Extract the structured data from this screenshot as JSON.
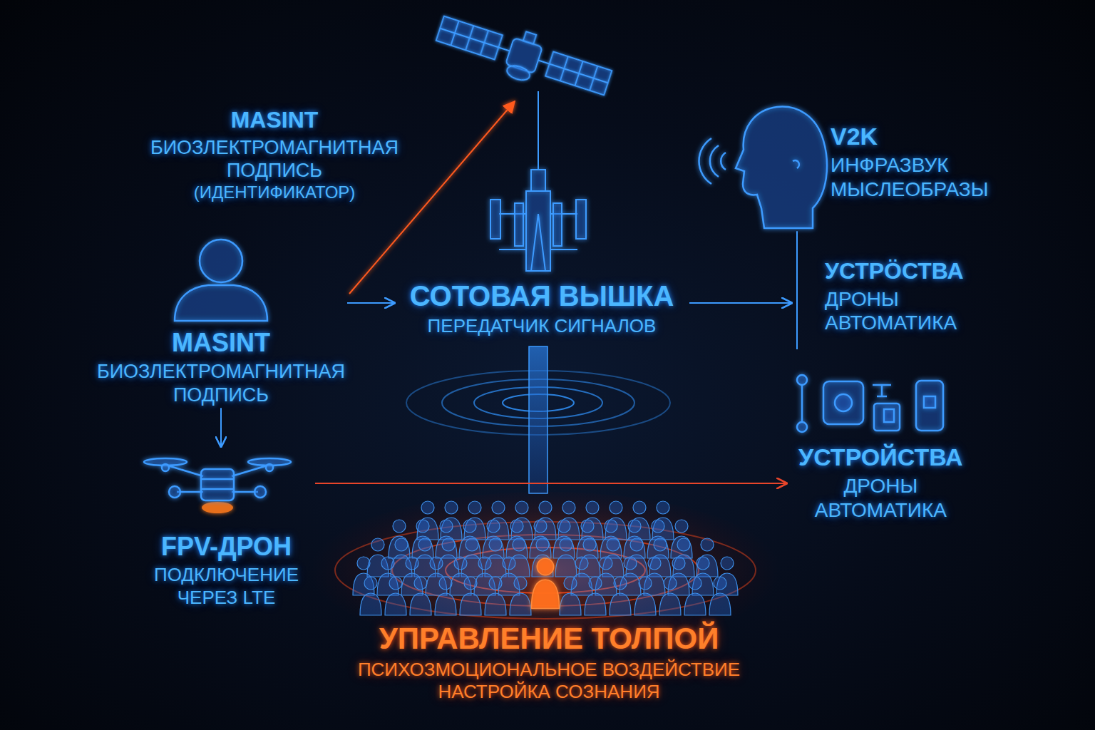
{
  "diagram": {
    "nodes": [
      {
        "text": [
          "MASINT",
          "БИОЗЛЕКТРОМАГНИТНАЯ ПОДПИСЬ"
        ]
      },
      {
        "text": [
          "СОТОВАЯ ВЫШКА",
          "ПЕРЕДАТЧИК СИГНАЛОВ"
        ]
      },
      {
        "text": [
          "V2K",
          "ИНФРАЗВУК МЫСЛЕОБРАЗЫ"
        ]
      },
      {
        "text": [
          "УСТРÖСТВА",
          "ДРОНЫ АВТОМАТИКА"
        ]
      },
      {
        "text": [
          "FPV-ДРОН",
          "ПОДКЛЮЧЕНИЕ ЧЕРЕЗ LTE"
        ]
      },
      {
        "text": [
          "УСТРОЙСТВА",
          "ДРОНЫ АВТОМАТИКА"
        ]
      },
      {
        "text": [
          "УПРАВЛЕНИЕ ТОЛПОЙ",
          "ПСИХОЗМОЦИОНАЛЬНОЕ ВОЗДЕЙСТВИЕ НАСТРОЙКА СОЗНАНИЯ"
        ]
      }
    ],
    "edges": [
      {
        "from": 0,
        "to": 1,
        "arrow": "to"
      },
      {
        "from": 0,
        "to": 4,
        "arrow": "to"
      },
      {
        "from": 1,
        "to": 3,
        "arrow": "to"
      },
      {
        "from": 2,
        "to": 3,
        "arrow": "none"
      },
      {
        "from": 4,
        "to": 5,
        "arrow": "to"
      }
    ],
    "labels": [
      "MASINT",
      "БИОЗЛЕКТРОМАГНИТНАЯ ПОДПИСЬ",
      "(ИДЕНТИФИКАТОР)"
    ]
  }
}
